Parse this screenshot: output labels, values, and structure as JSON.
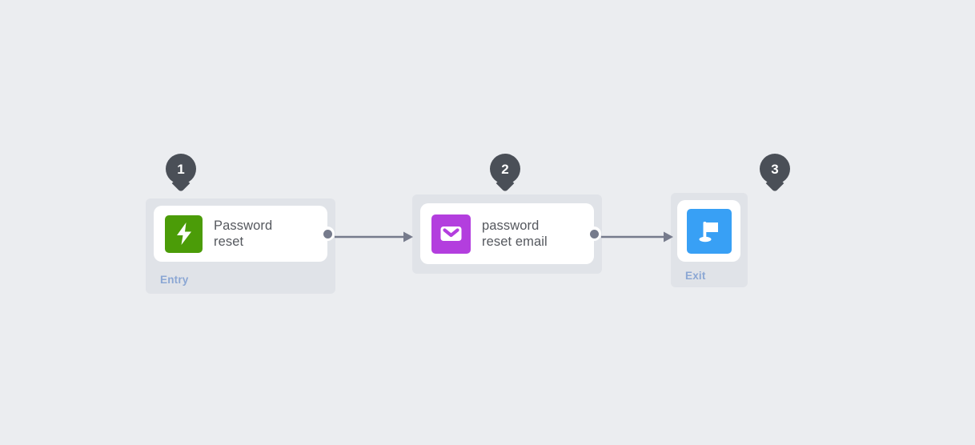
{
  "diagram": {
    "background_color": "#ebedf0",
    "card_color": "#e0e3e8",
    "marker_color": "#4a4f57",
    "connector_color": "#767b8c",
    "sub_label_color": "#8ba7d4",
    "title_color": "#55585e",
    "steps": [
      {
        "marker": "1",
        "title": "Password reset",
        "sub_label": "Entry",
        "icon_name": "lightning-bolt-icon",
        "icon_color": "#4b9c08"
      },
      {
        "marker": "2",
        "title": "password reset email",
        "sub_label": "",
        "icon_name": "envelope-icon",
        "icon_color": "#b33ede"
      },
      {
        "marker": "3",
        "title": "",
        "sub_label": "Exit",
        "icon_name": "flag-icon",
        "icon_color": "#38a0f5"
      }
    ],
    "connectors": [
      {
        "from": "1",
        "to": "2"
      },
      {
        "from": "2",
        "to": "3"
      }
    ]
  }
}
